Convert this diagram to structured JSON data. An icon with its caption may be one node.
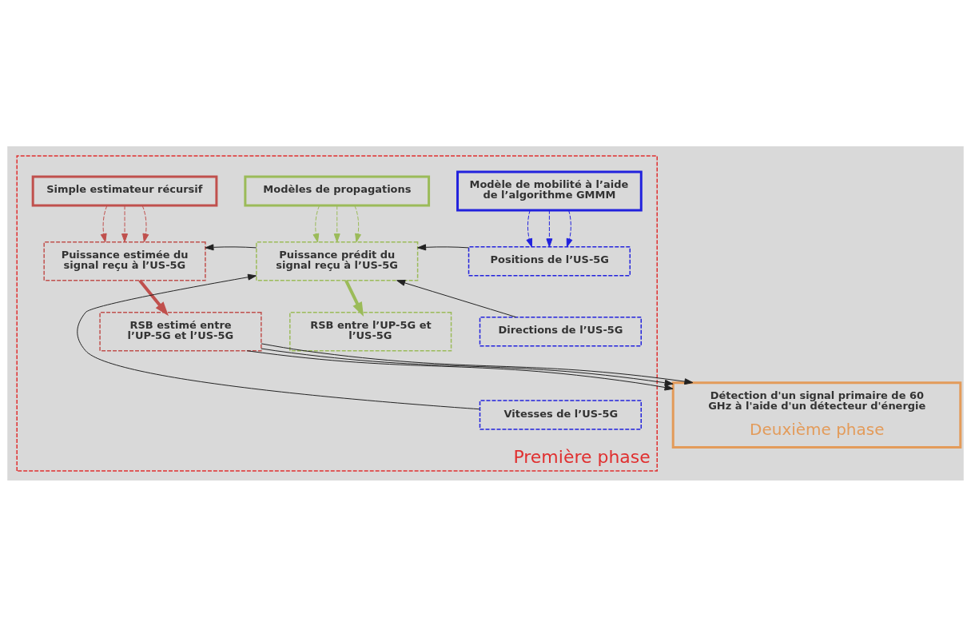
{
  "diagram": {
    "nodes": [
      {
        "text": [
          "Première phase"
        ]
      },
      {
        "text": [
          "Simple estimateur récursif"
        ],
        "in": 0
      },
      {
        "text": [
          "Modèles de propagations"
        ],
        "in": 0
      },
      {
        "text": [
          "Modèle de mobilité à l’aide de l’algorithme GMMM"
        ],
        "in": 0
      },
      {
        "text": [
          "Puissance estimée du signal reçu à l’US-5G"
        ],
        "in": 0
      },
      {
        "text": [
          "RSB estimé entre l’UP-5G et l’US-5G"
        ],
        "in": 0
      },
      {
        "text": [
          "Puissance prédit du signal reçu à l’US-5G"
        ],
        "in": 0
      },
      {
        "text": [
          "RSB entre l’UP-5G et l’US-5G"
        ],
        "in": 0
      },
      {
        "text": [
          "Positions de l’US-5G"
        ],
        "in": 0
      },
      {
        "text": [
          "Directions de l’US-5G"
        ],
        "in": 0
      },
      {
        "text": [
          "Vitesses de l’US-5G"
        ],
        "in": 0
      },
      {
        "text": [
          "Détection d'un signal primaire de 60 GHz à l'aide d'un détecteur d'énergie",
          "Deuxième phase"
        ]
      }
    ],
    "edges": [
      {
        "from": 1,
        "to": 4,
        "arrow": "to",
        "style": "dashed",
        "color": "#c0504d"
      },
      {
        "from": 1,
        "to": 4,
        "arrow": "to",
        "style": "dashed",
        "color": "#c0504d"
      },
      {
        "from": 1,
        "to": 4,
        "arrow": "to",
        "style": "dashed",
        "color": "#c0504d"
      },
      {
        "from": 2,
        "to": 6,
        "arrow": "to",
        "style": "dashed",
        "color": "#9bbb59"
      },
      {
        "from": 2,
        "to": 6,
        "arrow": "to",
        "style": "dashed",
        "color": "#9bbb59"
      },
      {
        "from": 2,
        "to": 6,
        "arrow": "to",
        "style": "dashed",
        "color": "#9bbb59"
      },
      {
        "from": 3,
        "to": 8,
        "arrow": "to",
        "style": "dashed",
        "color": "#2222dd"
      },
      {
        "from": 3,
        "to": 8,
        "arrow": "to",
        "style": "dashed",
        "color": "#2222dd"
      },
      {
        "from": 3,
        "to": 8,
        "arrow": "to",
        "style": "dashed",
        "color": "#2222dd"
      },
      {
        "from": 4,
        "to": 5,
        "arrow": "to",
        "style": "thick",
        "color": "#c0504d"
      },
      {
        "from": 6,
        "to": 7,
        "arrow": "to",
        "style": "thick",
        "color": "#9bbb59"
      },
      {
        "from": 6,
        "to": 4,
        "arrow": "to"
      },
      {
        "from": 8,
        "to": 6,
        "arrow": "to"
      },
      {
        "from": 9,
        "to": 6,
        "arrow": "to"
      },
      {
        "from": 10,
        "to": 6,
        "arrow": "to"
      },
      {
        "from": 5,
        "to": 11,
        "arrow": "to"
      },
      {
        "from": 5,
        "to": 11,
        "arrow": "to"
      },
      {
        "from": 5,
        "to": 11,
        "arrow": "to"
      }
    ]
  }
}
